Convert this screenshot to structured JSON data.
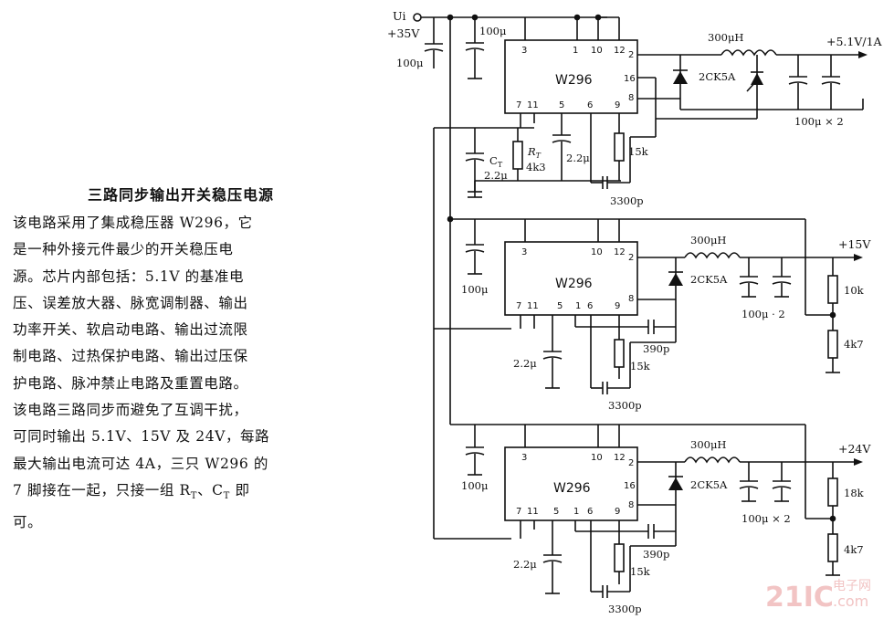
{
  "caption": {
    "title": "三路同步输出开关稳压电源",
    "lines": [
      "该电路采用了集成稳压器 W296，它",
      "是一种外接元件最少的开关稳压电",
      "源。芯片内部包括：5.1V 的基准电",
      "压、误差放大器、脉宽调制器、输出",
      "功率开关、软启动电路、输出过流限",
      "制电路、过热保护电路、输出过压保",
      "护电路、脉冲禁止电路及重置电路。",
      "该电路三路同步而避免了互调干扰，",
      "可同时输出 5.1V、15V 及 24V，每路",
      "最大输出电流可达 4A，三只 W296 的",
      "7 脚接在一起，只接一组 R",
      "T",
      "、C",
      "T",
      " 即",
      "可。"
    ]
  },
  "diagram": {
    "input_label": "Ui",
    "input_voltage": "+35V",
    "input_cap": "100μ",
    "ic_name": "W296",
    "pins": {
      "p1": "1",
      "p2": "2",
      "p3": "3",
      "p5": "5",
      "p6": "6",
      "p7": "7",
      "p8": "8",
      "p9": "9",
      "p10": "10",
      "p11": "11",
      "p12": "12",
      "p16": "16"
    },
    "inductor": "300μH",
    "diode": "2CK5A",
    "stage1": {
      "cap_top": "100μ",
      "output": "+5.1V/1A",
      "out_caps": "100μ × 2",
      "ct": "C",
      "ct_sub": "T",
      "ct_val": "2.2μ",
      "rt": "R",
      "rt_sub": "T",
      "rt_val": "4k3",
      "c5": "2.2μ",
      "r9": "15k",
      "c_fb": "3300p"
    },
    "stage2": {
      "cap_left": "100μ",
      "output": "+15V",
      "out_caps": "100μ · 2",
      "r_top": "10k",
      "r_bot": "4k7",
      "c5": "2.2μ",
      "c_snub": "390p",
      "r9": "15k",
      "c_fb": "3300p"
    },
    "stage3": {
      "cap_left": "100μ",
      "output": "+24V",
      "out_caps": "100μ × 2",
      "r_top": "18k",
      "r_bot": "4k7",
      "c5": "2.2μ",
      "c_snub": "390p",
      "r9": "15k",
      "c_fb": "3300p"
    },
    "watermark_main": "21IC",
    "watermark_cn": "电子网",
    "watermark_url": ".com"
  },
  "colors": {
    "ink": "#111111",
    "watermark": "#f2c4c4"
  }
}
